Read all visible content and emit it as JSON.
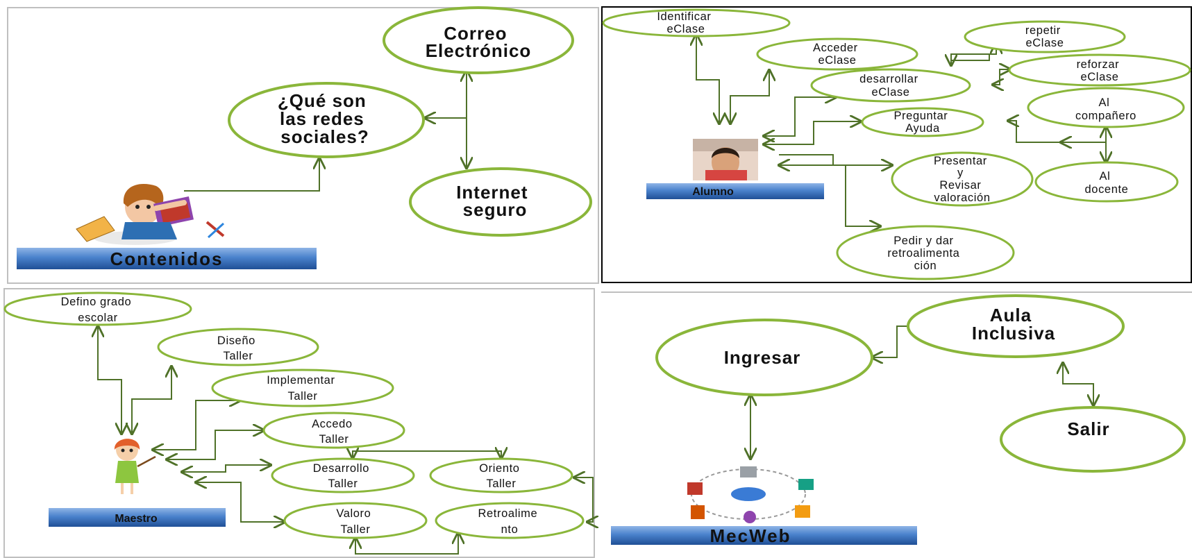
{
  "contenidos": {
    "title": "Contenidos",
    "correo": [
      "Correo",
      "Electrónico"
    ],
    "redes": [
      "¿Qué son",
      "las redes",
      "sociales?"
    ],
    "internet": [
      "Internet",
      "seguro"
    ]
  },
  "alumno": {
    "title": "Alumno",
    "identificar": [
      "Identificar",
      "eClase"
    ],
    "acceder": [
      "Acceder",
      "eClase"
    ],
    "repetir": [
      "repetir",
      "eClase"
    ],
    "desarrollar": [
      "desarrollar",
      "eClase"
    ],
    "reforzar": [
      "reforzar",
      "eClase"
    ],
    "preguntar": [
      "Preguntar",
      "Ayuda"
    ],
    "companero": [
      "Al",
      "compañero"
    ],
    "presentar": [
      "Presentar",
      "y",
      "Revisar",
      "valoración"
    ],
    "docente": [
      "Al",
      "docente"
    ],
    "pedir": [
      "Pedir  y dar",
      "retroalimenta",
      "ción"
    ]
  },
  "maestro": {
    "title": "Maestro",
    "defino": [
      "Defino grado",
      "escolar"
    ],
    "diseno": [
      "Diseño",
      "Taller"
    ],
    "implementar": [
      "Implementar",
      "Taller"
    ],
    "accedo": [
      "Accedo",
      "Taller"
    ],
    "desarrollo": [
      "Desarrollo",
      "Taller"
    ],
    "oriento": [
      "Oriento",
      "Taller"
    ],
    "valoro": [
      "Valoro",
      "Taller"
    ],
    "retroalimento": [
      "Retroalime",
      "nto"
    ]
  },
  "mecweb": {
    "title": "MecWeb",
    "ingresar": "Ingresar",
    "aula": [
      "Aula",
      "Inclusiva"
    ],
    "salir": "Salir"
  },
  "colors": {
    "oval_stroke": "#8ab63a",
    "connector": "#4f7128",
    "banner": "#3f78c4"
  }
}
